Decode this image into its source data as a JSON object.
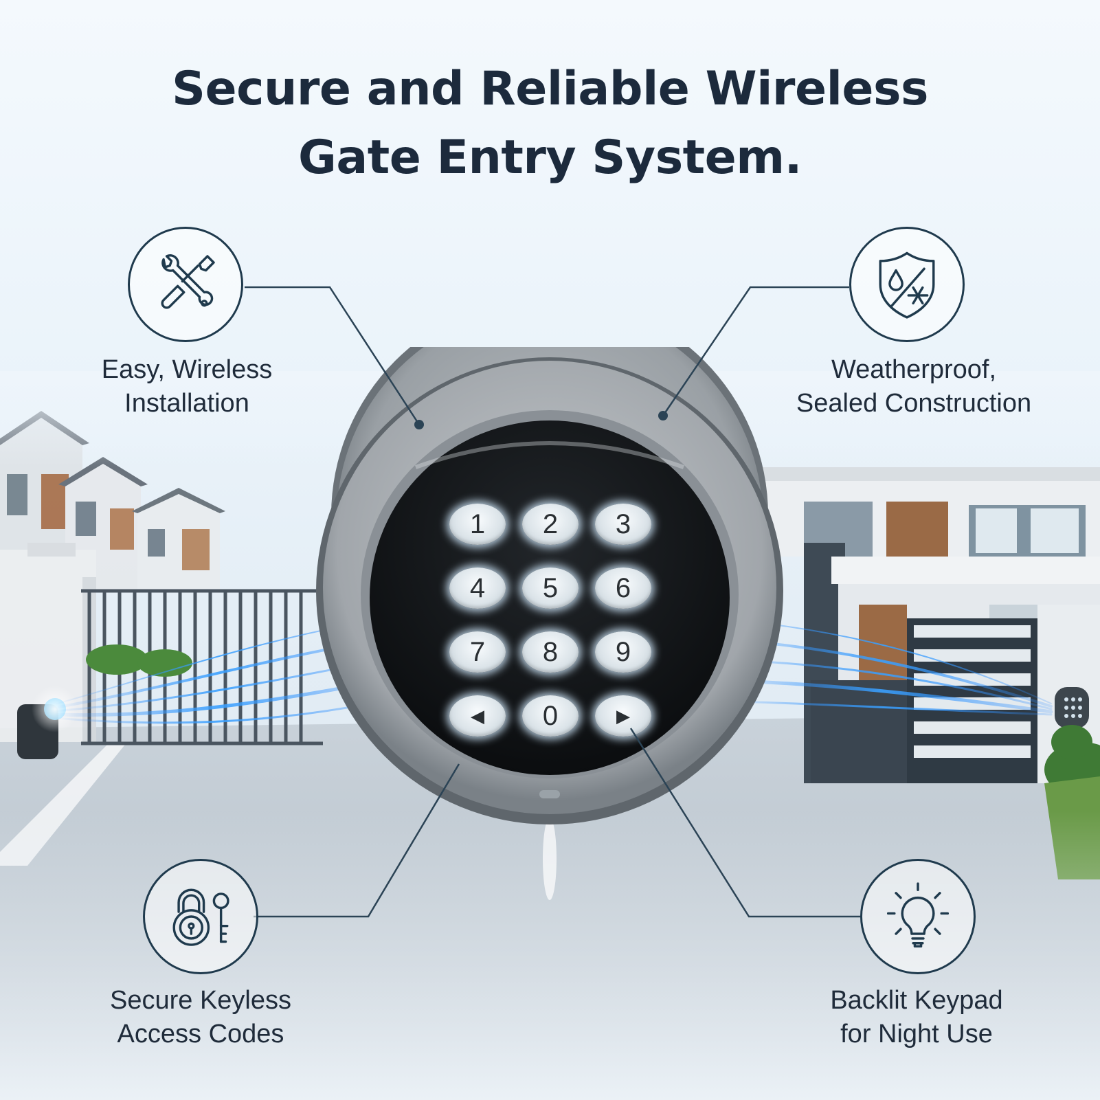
{
  "headline": {
    "line1": "Secure and Reliable Wireless",
    "line2": "Gate Entry System."
  },
  "features": [
    {
      "icon": "tools-icon",
      "line1": "Easy, Wireless",
      "line2": "Installation"
    },
    {
      "icon": "weather-shield-icon",
      "line1": "Weatherproof,",
      "line2": "Sealed Construction"
    },
    {
      "icon": "padlock-key-icon",
      "line1": "Secure Keyless",
      "line2": "Access Codes"
    },
    {
      "icon": "lightbulb-icon",
      "line1": "Backlit Keypad",
      "line2": "for Night Use"
    }
  ],
  "keypad": {
    "keys": [
      "1",
      "2",
      "3",
      "4",
      "5",
      "6",
      "7",
      "8",
      "9",
      "◀",
      "0",
      "▶"
    ]
  },
  "colors": {
    "headline": "#1c2a3c",
    "icon_stroke": "#1f3a4d",
    "leader_line": "#2b4355",
    "keypad_face": "#141618",
    "keypad_ring": "#9aa0a5"
  }
}
